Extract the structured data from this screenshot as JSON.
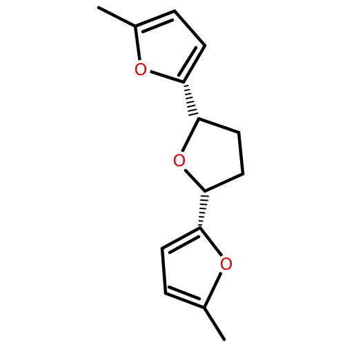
{
  "molecule": {
    "atoms": [
      {
        "id": "o1",
        "label": "O"
      },
      {
        "id": "o2",
        "label": "O"
      },
      {
        "id": "o3",
        "label": "O"
      }
    ]
  },
  "colors": {
    "bond": "#000000",
    "oxygen": "#e00000",
    "background": "#ffffff"
  }
}
